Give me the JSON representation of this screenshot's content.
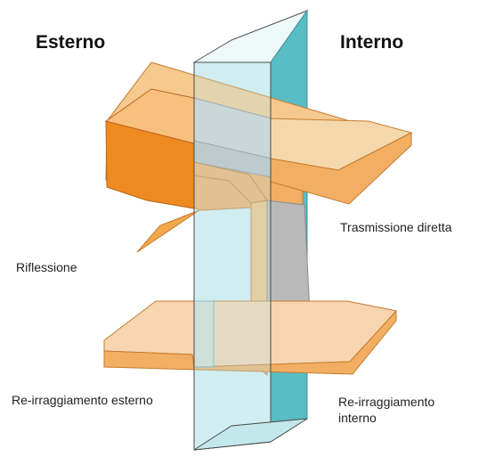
{
  "labels": {
    "outside": "Esterno",
    "inside": "Interno",
    "direct_transmission": "Trasmissione diretta",
    "reflection": "Riflessione",
    "external_reradiation": "Re-irraggiamento esterno",
    "internal_reradiation": "Re-irraggiamento interno"
  },
  "colors": {
    "glass": "#bfe6ea",
    "glass_side": "#58bdc4",
    "beam_top": "#f6c98e",
    "beam_front": "#f2ae62",
    "beam_dark": "#ee8a20",
    "reflection": "#f3a84d",
    "transmission_path": "#d0d0d0",
    "lower_beam": "#f7d5b0"
  }
}
